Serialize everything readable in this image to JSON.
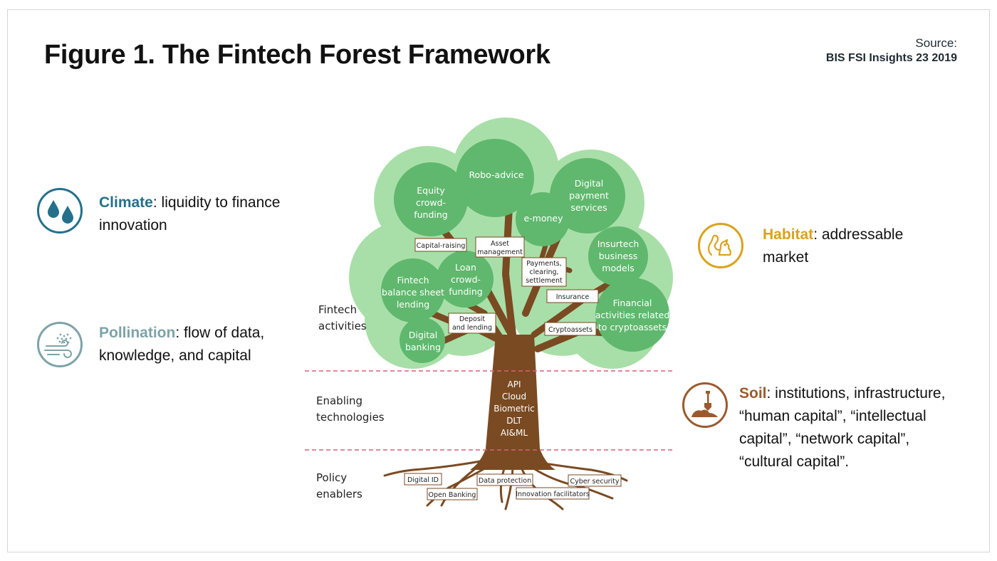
{
  "header": {
    "title": "Figure 1. The Fintech Forest Framework",
    "source_label": "Source:",
    "source_text": "BIS FSI Insights 23 2019"
  },
  "features": {
    "climate": {
      "name": "Climate",
      "desc_line1": ": liquidity to finance",
      "desc_line2": "innovation",
      "color": "#24708a",
      "icon": "water-drops-icon"
    },
    "pollination": {
      "name": "Pollination",
      "desc_line1": ": flow of data,",
      "desc_line2": "knowledge, and capital",
      "color": "#7da3a8",
      "icon": "wind-pollen-icon"
    },
    "habitat": {
      "name": "Habitat",
      "desc_line1": ": addressable",
      "desc_line2": "market",
      "color": "#d9a21b",
      "icon": "squirrel-icon"
    },
    "soil": {
      "name": "Soil",
      "desc_line1": ": institutions, infrastructure,",
      "desc_line2": "“human capital”, “intellectual",
      "desc_line3": "capital”, “network capital”,",
      "desc_line4": "“cultural capital”.",
      "color": "#9b5a2e",
      "icon": "shovel-soil-icon"
    }
  },
  "layers": {
    "fintech": [
      "Fintech",
      "activities"
    ],
    "enabling": [
      "Enabling",
      "technologies"
    ],
    "policy": [
      "Policy",
      "enablers"
    ]
  },
  "circles": {
    "equity": [
      "Equity",
      "crowd-",
      "funding"
    ],
    "robo": [
      "Robo-advice"
    ],
    "digital_payment": [
      "Digital",
      "payment",
      "services"
    ],
    "emoney": [
      "e-money"
    ],
    "insurtech": [
      "Insurtech",
      "business",
      "models"
    ],
    "fintech_bs": [
      "Fintech",
      "balance sheet",
      "lending"
    ],
    "loan": [
      "Loan",
      "crowd-",
      "funding"
    ],
    "digital_banking": [
      "Digital",
      "banking"
    ],
    "crypto_fin": [
      "Financial",
      "activities related",
      "to cryptoassets"
    ]
  },
  "branch_labels": {
    "capital_raising": "Capital-raising",
    "asset_mgmt": [
      "Asset",
      "management"
    ],
    "payments": [
      "Payments,",
      "clearing,",
      "settlement"
    ],
    "insurance": "Insurance",
    "deposit": [
      "Deposit",
      "and lending"
    ],
    "cryptoassets": "Cryptoassets"
  },
  "trunk_technologies": [
    "API",
    "Cloud",
    "Biometric",
    "DLT",
    "AI&ML"
  ],
  "root_labels": {
    "digital_id": "Digital ID",
    "open_banking": "Open Banking",
    "data_protection": "Data protection",
    "innovation_facilitators": "Innovation facilitators",
    "cyber_security": "Cyber security"
  },
  "colors": {
    "canopy": "#a8dfa8",
    "circle": "#5fb86d",
    "trunk": "#7a4a22",
    "divider": "#d9607a"
  }
}
